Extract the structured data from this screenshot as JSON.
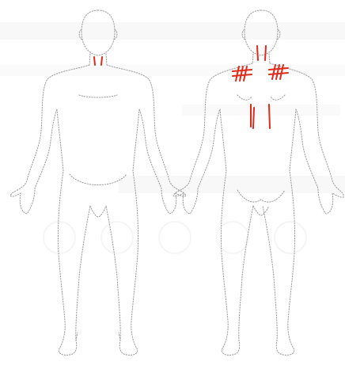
{
  "figures": [
    {
      "view": "front",
      "marks": [
        "neck-front"
      ]
    },
    {
      "view": "back",
      "marks": [
        "neck-left",
        "neck-right",
        "upper-back-left",
        "upper-back-right",
        "mid-back"
      ]
    }
  ],
  "colors": {
    "outline": "#9a9a9a",
    "mark": "#e02a1a",
    "bleed": "#ececec"
  },
  "icons": [
    "body-front-outline",
    "body-back-outline"
  ]
}
